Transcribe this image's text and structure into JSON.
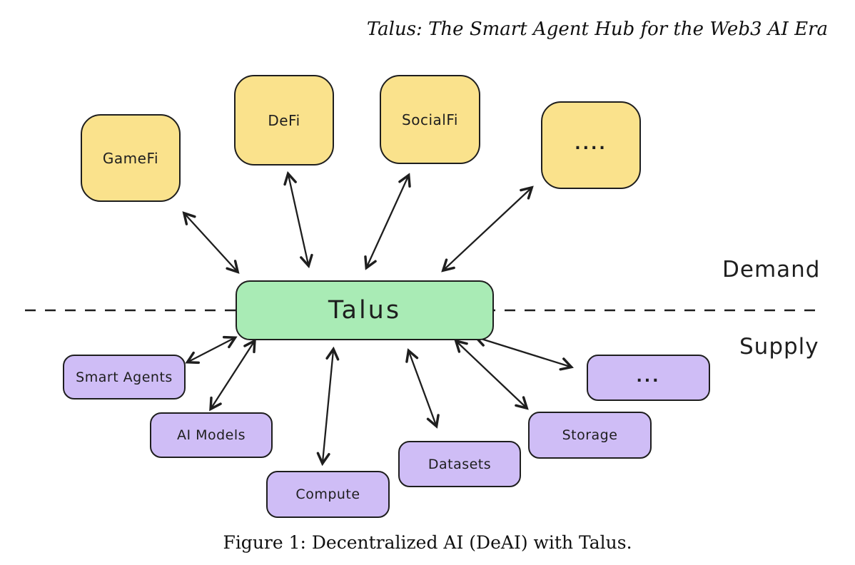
{
  "header": {
    "running_title": "Talus: The Smart Agent Hub for the Web3 AI Era"
  },
  "figure": {
    "caption": "Figure 1: Decentralized AI (DeAI) with Talus."
  },
  "diagram": {
    "center": {
      "label": "Talus"
    },
    "side_labels": {
      "demand": "Demand",
      "supply": "Supply"
    },
    "demand_nodes": [
      {
        "id": "gamefi",
        "label": "GameFi"
      },
      {
        "id": "defi",
        "label": "DeFi"
      },
      {
        "id": "socialfi",
        "label": "SocialFi"
      },
      {
        "id": "more-demand",
        "label": "...."
      }
    ],
    "supply_nodes": [
      {
        "id": "smart-agents",
        "label": "Smart Agents"
      },
      {
        "id": "ai-models",
        "label": "AI Models"
      },
      {
        "id": "compute",
        "label": "Compute"
      },
      {
        "id": "datasets",
        "label": "Datasets"
      },
      {
        "id": "storage",
        "label": "Storage"
      },
      {
        "id": "more-supply",
        "label": "..."
      }
    ],
    "colors": {
      "demand_fill": "#fae28c",
      "supply_fill": "#cfbdf6",
      "center_fill": "#a9ebb5",
      "stroke": "#1e1e1e",
      "background": "#ffffff"
    }
  }
}
